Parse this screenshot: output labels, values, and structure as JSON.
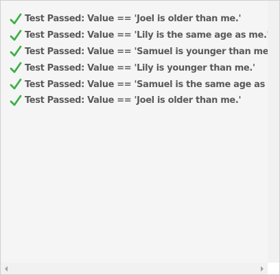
{
  "results": [
    {
      "icon": "check-icon",
      "text": "Test Passed: Value == 'Joel is older than me.'"
    },
    {
      "icon": "check-icon",
      "text": "Test Passed: Value == 'Lily is the same age as me.'"
    },
    {
      "icon": "check-icon",
      "text": "Test Passed: Value == 'Samuel is younger than me.'"
    },
    {
      "icon": "check-icon",
      "text": "Test Passed: Value == 'Lily is younger than me.'"
    },
    {
      "icon": "check-icon",
      "text": "Test Passed: Value == 'Samuel is the same age as me.'"
    },
    {
      "icon": "check-icon",
      "text": "Test Passed: Value == 'Joel is older than me.'"
    }
  ],
  "colors": {
    "check": "#3cb043",
    "text": "#5a5a5a",
    "background": "#f5f5f5"
  }
}
